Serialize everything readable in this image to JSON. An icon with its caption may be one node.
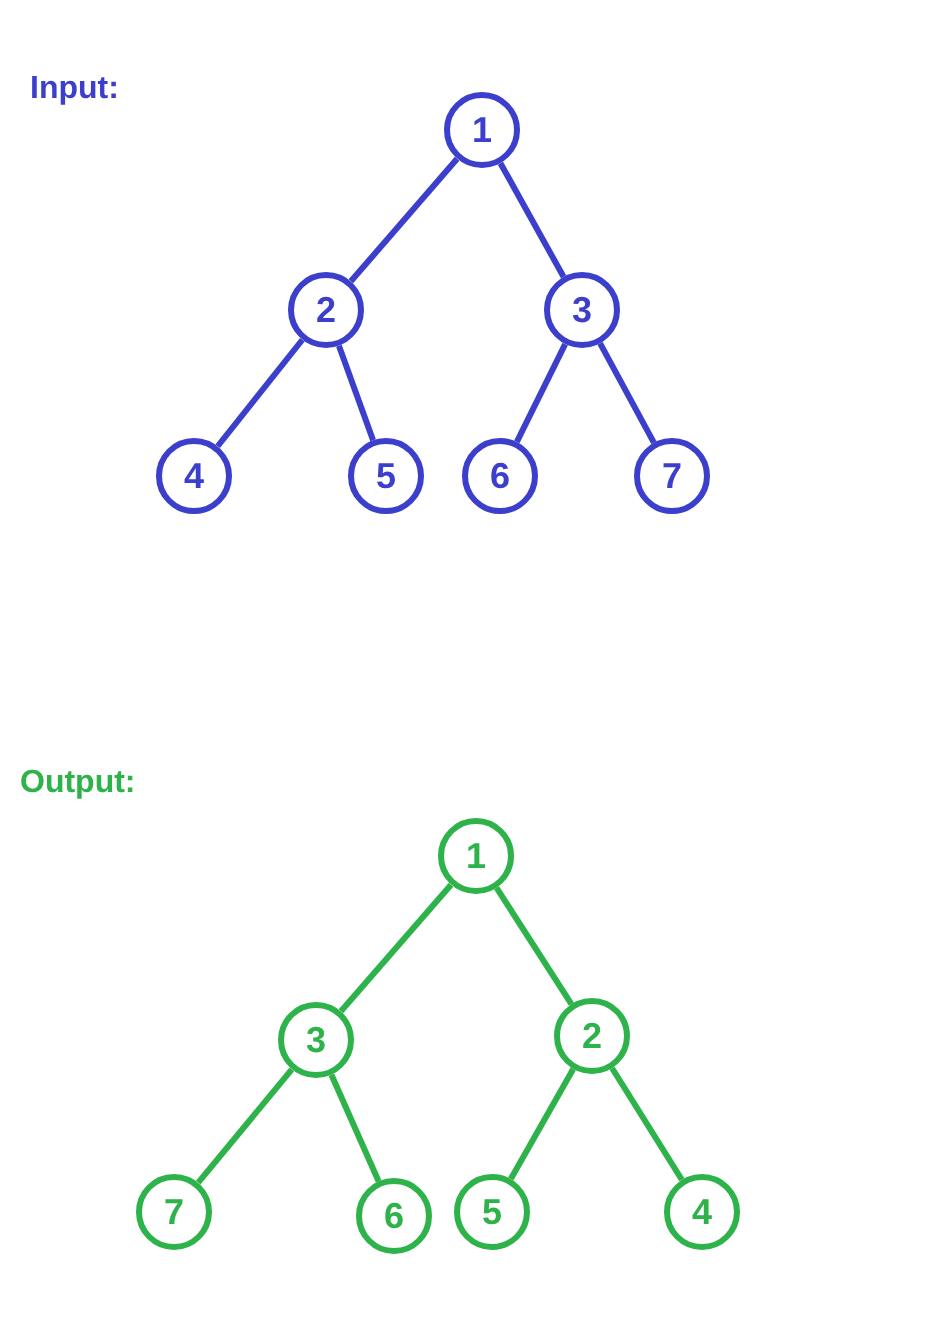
{
  "diagram": {
    "nodes": [
      {
        "text": [
          "1"
        ]
      },
      {
        "text": [
          "2"
        ]
      },
      {
        "text": [
          "3"
        ]
      },
      {
        "text": [
          "4"
        ]
      },
      {
        "text": [
          "5"
        ]
      },
      {
        "text": [
          "6"
        ]
      },
      {
        "text": [
          "7"
        ]
      },
      {
        "text": [
          "1"
        ]
      },
      {
        "text": [
          "3"
        ]
      },
      {
        "text": [
          "2"
        ]
      },
      {
        "text": [
          "7"
        ]
      },
      {
        "text": [
          "6"
        ]
      },
      {
        "text": [
          "5"
        ]
      },
      {
        "text": [
          "4"
        ]
      }
    ],
    "edges": [
      {
        "from": 0,
        "to": 1,
        "arrow": "none",
        "color": "#3b3fcc"
      },
      {
        "from": 0,
        "to": 2,
        "arrow": "none",
        "color": "#3b3fcc"
      },
      {
        "from": 1,
        "to": 3,
        "arrow": "none",
        "color": "#3b3fcc"
      },
      {
        "from": 1,
        "to": 4,
        "arrow": "none",
        "color": "#3b3fcc"
      },
      {
        "from": 2,
        "to": 5,
        "arrow": "none",
        "color": "#3b3fcc"
      },
      {
        "from": 2,
        "to": 6,
        "arrow": "none",
        "color": "#3b3fcc"
      },
      {
        "from": 7,
        "to": 8,
        "arrow": "none",
        "color": "#2eb24a"
      },
      {
        "from": 7,
        "to": 9,
        "arrow": "none",
        "color": "#2eb24a"
      },
      {
        "from": 8,
        "to": 10,
        "arrow": "none",
        "color": "#2eb24a"
      },
      {
        "from": 8,
        "to": 11,
        "arrow": "none",
        "color": "#2eb24a"
      },
      {
        "from": 9,
        "to": 12,
        "arrow": "none",
        "color": "#2eb24a"
      },
      {
        "from": 9,
        "to": 13,
        "arrow": "none",
        "color": "#2eb24a"
      }
    ],
    "labels": [
      "Input:",
      "Output:"
    ]
  }
}
